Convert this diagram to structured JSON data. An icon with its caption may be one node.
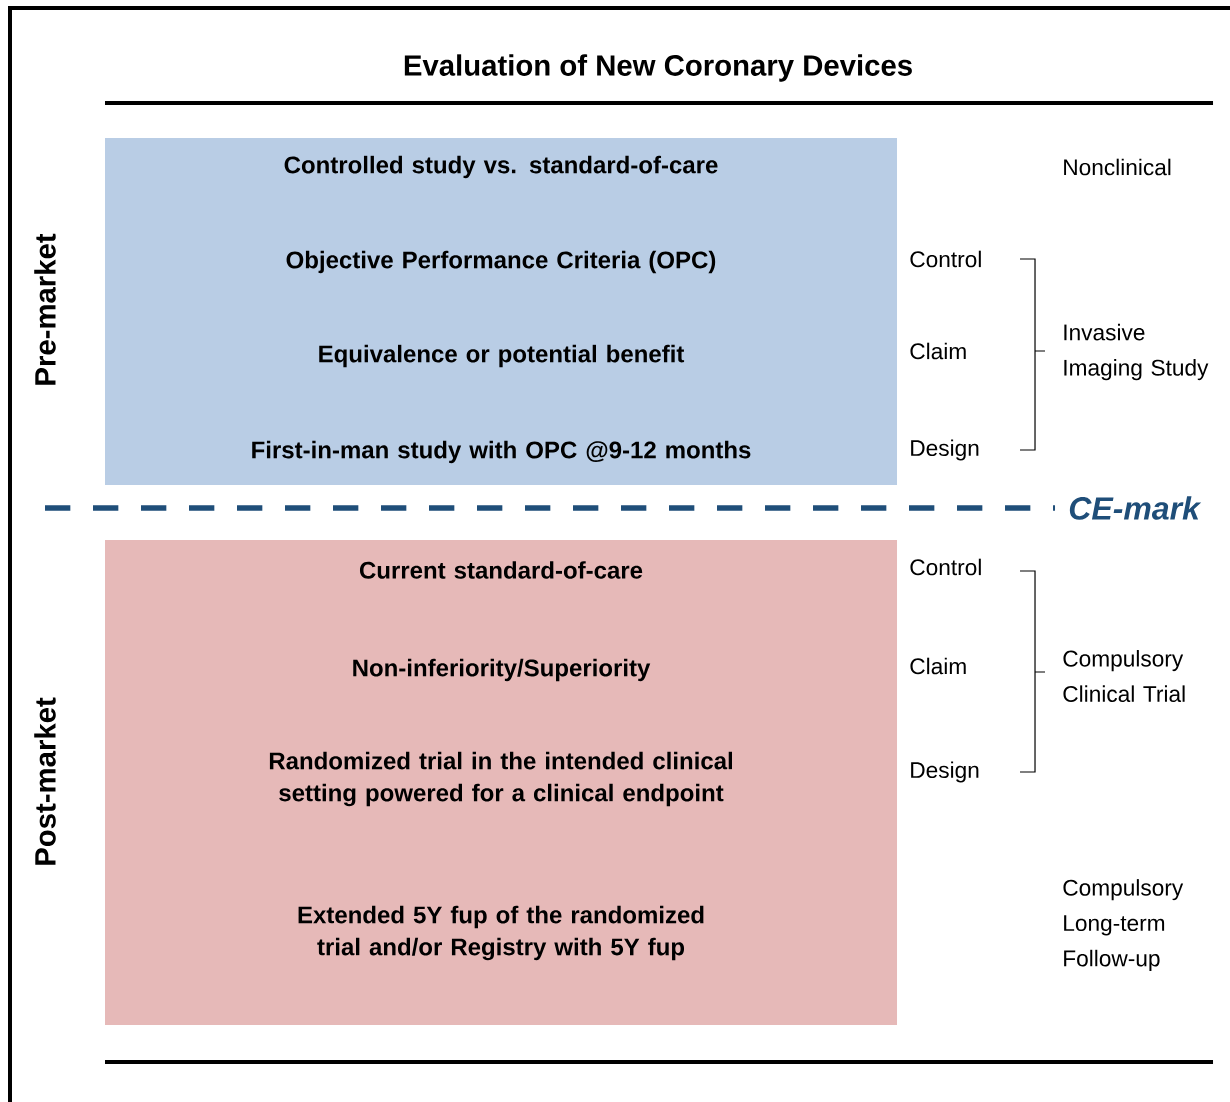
{
  "diagram": {
    "title": "Evaluation of New Coronary Devices",
    "nodes": [
      {
        "text": [
          "Controlled study vs. standard-of-care",
          "Objective Performance Criteria (OPC)",
          "Equivalence or potential benefit",
          "First-in-man study with OPC @9-12 months"
        ]
      },
      {
        "text": [
          "Current standard-of-care",
          "Non-inferiority/Superiority",
          "Randomized trial in the intended clinical setting powered for a clinical endpoint",
          "Extended 5Y fup of the randomized trial and/or Registry with 5Y fup"
        ]
      }
    ],
    "labels": [
      "Pre-market",
      "Nonclinical",
      "Control",
      "Invasive Imaging Study",
      "Claim",
      "Design",
      "CE-mark",
      "Post-market",
      "Control",
      "Compulsory Clinical Trial",
      "Claim",
      "Design",
      "Compulsory Long-term Follow-up"
    ]
  }
}
